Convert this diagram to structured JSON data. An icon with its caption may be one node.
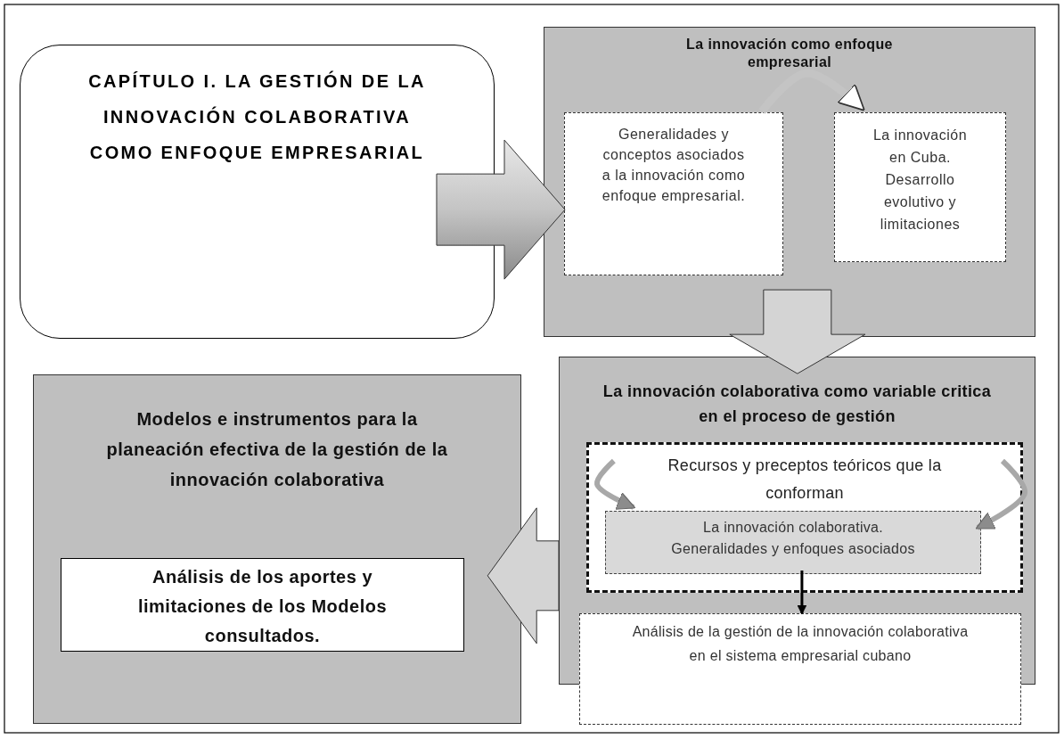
{
  "diagram": {
    "nodes": [
      {
        "text": [
          "CAPÍTULO I. LA GESTIÓN DE LA INNOVACIÓN COLABORATIVA COMO ENFOQUE EMPRESARIAL"
        ]
      },
      {
        "text": [
          "La innovación como enfoque empresarial"
        ]
      },
      {
        "text": [
          "Generalidades y conceptos asociados a la innovación como enfoque empresarial."
        ],
        "in": 1
      },
      {
        "text": [
          "La innovación en Cuba. Desarrollo evolutivo y limitaciones"
        ],
        "in": 1
      },
      {
        "text": [
          "La innovación colaborativa como variable critica en el proceso de gestión"
        ]
      },
      {
        "text": [
          "Recursos y preceptos teóricos que la conforman"
        ],
        "in": 4
      },
      {
        "text": [
          "La innovación colaborativa. Generalidades y enfoques asociados"
        ],
        "in": 5
      },
      {
        "text": [
          "Análisis de la gestión de la innovación colaborativa en el sistema empresarial cubano"
        ]
      },
      {
        "text": [
          "Modelos e instrumentos para la planeación efectiva de la gestión de la innovación colaborativa"
        ]
      },
      {
        "text": [
          "Análisis de los aportes y limitaciones de los Modelos consultados."
        ],
        "in": 8
      }
    ],
    "edges": [
      {
        "from": 0,
        "to": 1,
        "arrow": "to",
        "style": "thick"
      },
      {
        "from": 2,
        "to": 3,
        "arrow": "to"
      },
      {
        "from": 1,
        "to": 4,
        "arrow": "to",
        "style": "thick"
      },
      {
        "from": 5,
        "to": 6,
        "arrow": "to"
      },
      {
        "from": 5,
        "to": 6,
        "arrow": "to"
      },
      {
        "from": 6,
        "to": 7,
        "arrow": "to",
        "color": "#000000"
      },
      {
        "from": 4,
        "to": 8,
        "arrow": "to",
        "style": "thick"
      }
    ]
  }
}
